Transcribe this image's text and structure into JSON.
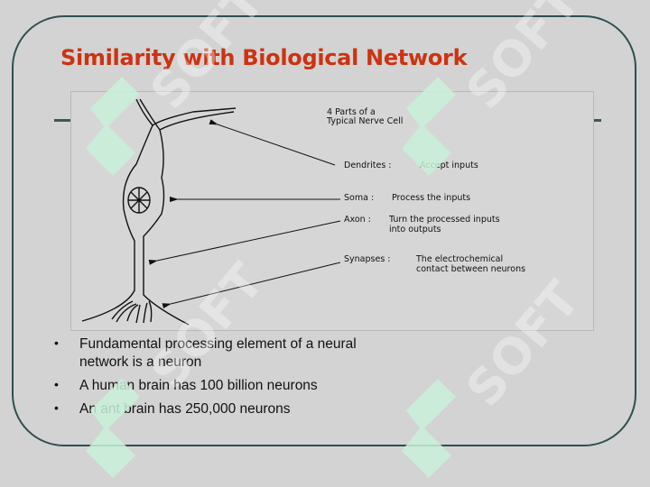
{
  "slide": {
    "title": "Similarity with Biological Network",
    "figure": {
      "heading_line1": "4 Parts of a",
      "heading_line2": "Typical Nerve Cell",
      "labels": [
        {
          "term": "Dendrites :",
          "desc": "Accept inputs"
        },
        {
          "term": "Soma :",
          "desc": "Process the inputs"
        },
        {
          "term": "Axon :",
          "desc": "Turn the processed inputs",
          "desc2": "into outputs"
        },
        {
          "term": "Synapses :",
          "desc": "The electrochemical",
          "desc2": "contact between neurons"
        }
      ]
    },
    "bullets": [
      "Fundamental processing element of a neural network is a neuron",
      "A human brain has 100 billion neurons",
      "An ant brain has 250,000 neurons"
    ],
    "watermark": "SOFT"
  },
  "colors": {
    "title": "#cc3311",
    "border": "#2f4f4f",
    "watermark_mark": "#c8f0d8"
  }
}
